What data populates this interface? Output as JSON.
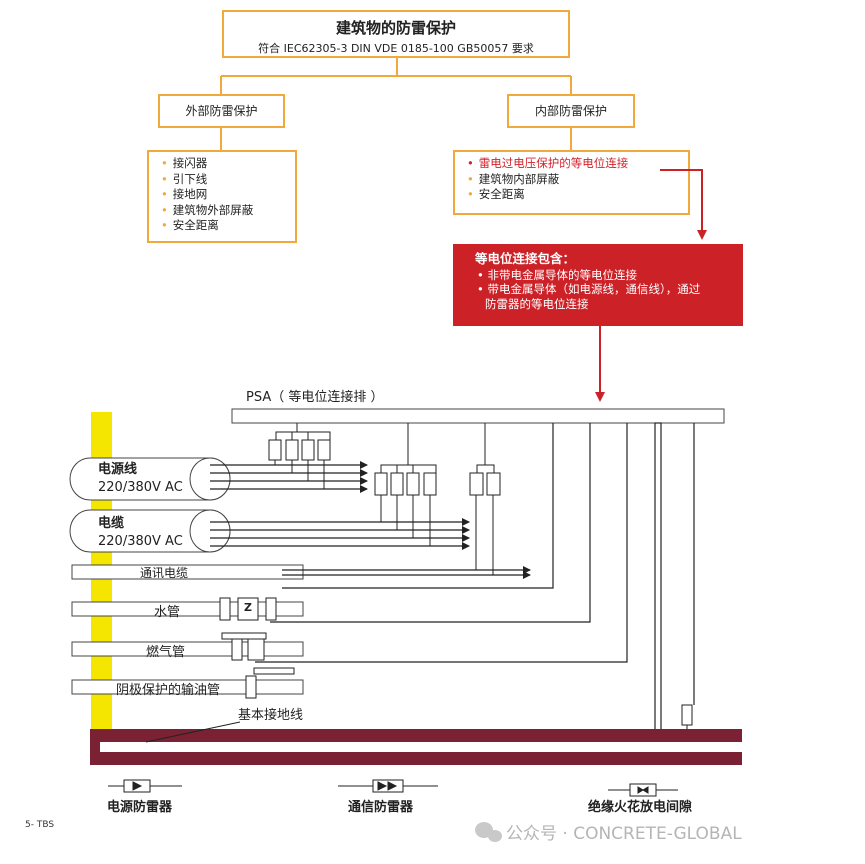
{
  "title": {
    "main": "建筑物的防雷保护",
    "sub": "符合 IEC62305-3   DIN VDE 0185-100   GB50057 要求"
  },
  "external": {
    "label": "外部防雷保护",
    "items": [
      "接闪器",
      "引下线",
      "接地网",
      "建筑物外部屏蔽",
      "安全距离"
    ]
  },
  "internal": {
    "label": "内部防雷保护",
    "items": [
      "雷电过电压保护的等电位连接",
      "建筑物内部屏蔽",
      "安全距离"
    ]
  },
  "bonding": {
    "title": "等电位连接包含：",
    "item1": "非带电金属导体的等电位连接",
    "item2": "带电金属导体（如电源线，通信线），通过",
    "item2_cont": "防雷器的等电位连接"
  },
  "psa_label": "PSA（ 等电位连接排 ）",
  "cables": {
    "power_line": "电源线",
    "power_line_voltage": "220/380V AC",
    "power_cable": "电缆",
    "power_cable_voltage": "220/380V AC",
    "telecom": "通讯电缆",
    "water": "水管",
    "water_meter": "Z",
    "gas": "燃气管",
    "oil": "阴极保护的输油管"
  },
  "ground_label": "基本接地线",
  "legend": {
    "power_spd": "电源防雷器",
    "telecom_spd": "通信防雷器",
    "spark_gap": "绝缘火花放电间隙"
  },
  "footer": {
    "page": "5- TBS",
    "watermark": "公众号 · CONCRETE-GLOBAL"
  },
  "colors": {
    "orange": "#f2a93b",
    "red": "#cd2128",
    "yellow": "#f4e600",
    "ground": "#7a2233"
  }
}
